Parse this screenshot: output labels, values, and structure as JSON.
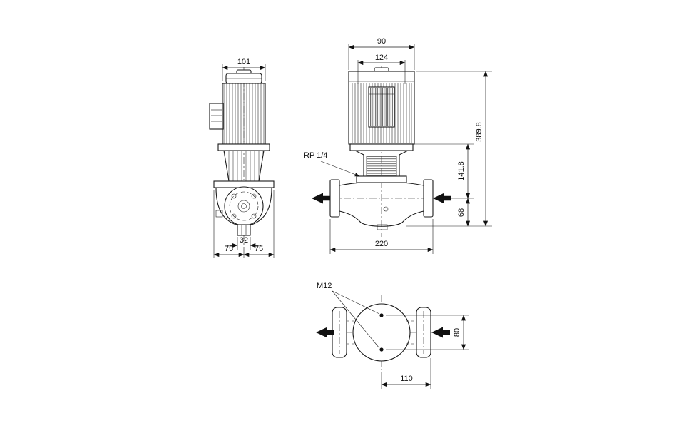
{
  "colors": {
    "ink": "#1a1a1a",
    "background": "#ffffff"
  },
  "side_view": {
    "dim_width": "101",
    "dim_port": "32",
    "dim_left": "75",
    "dim_right": "75"
  },
  "front_view": {
    "dim_top": "90",
    "dim_motor": "124",
    "dim_total_height": "389.8",
    "dim_center_to_flange": "141.8",
    "dim_center_to_base": "68",
    "dim_port_to_port": "220",
    "gauge_port_label": "RP 1/4"
  },
  "top_view": {
    "bolt_label": "M12",
    "dim_bolt_spacing": "80",
    "dim_center_to_face": "110"
  }
}
